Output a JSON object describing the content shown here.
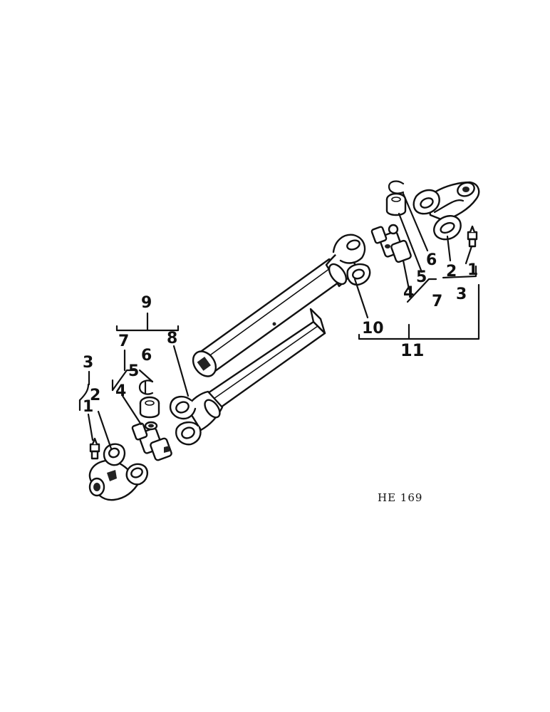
{
  "figure_code": "HE 169",
  "callouts": {
    "left": {
      "fitting": "1",
      "yoke": "2",
      "yoke_assembly": "3",
      "cross": "4",
      "bearing": "5",
      "ring": "6",
      "journal_kit": "7",
      "inner_yoke_tube": "8",
      "half_assembly": "9"
    },
    "right": {
      "fitting": "1",
      "yoke": "2",
      "yoke_assembly": "3",
      "cross": "4",
      "bearing": "5",
      "ring": "6",
      "journal_kit": "7",
      "outer_yoke_tube": "10",
      "half_assembly": "11"
    }
  }
}
